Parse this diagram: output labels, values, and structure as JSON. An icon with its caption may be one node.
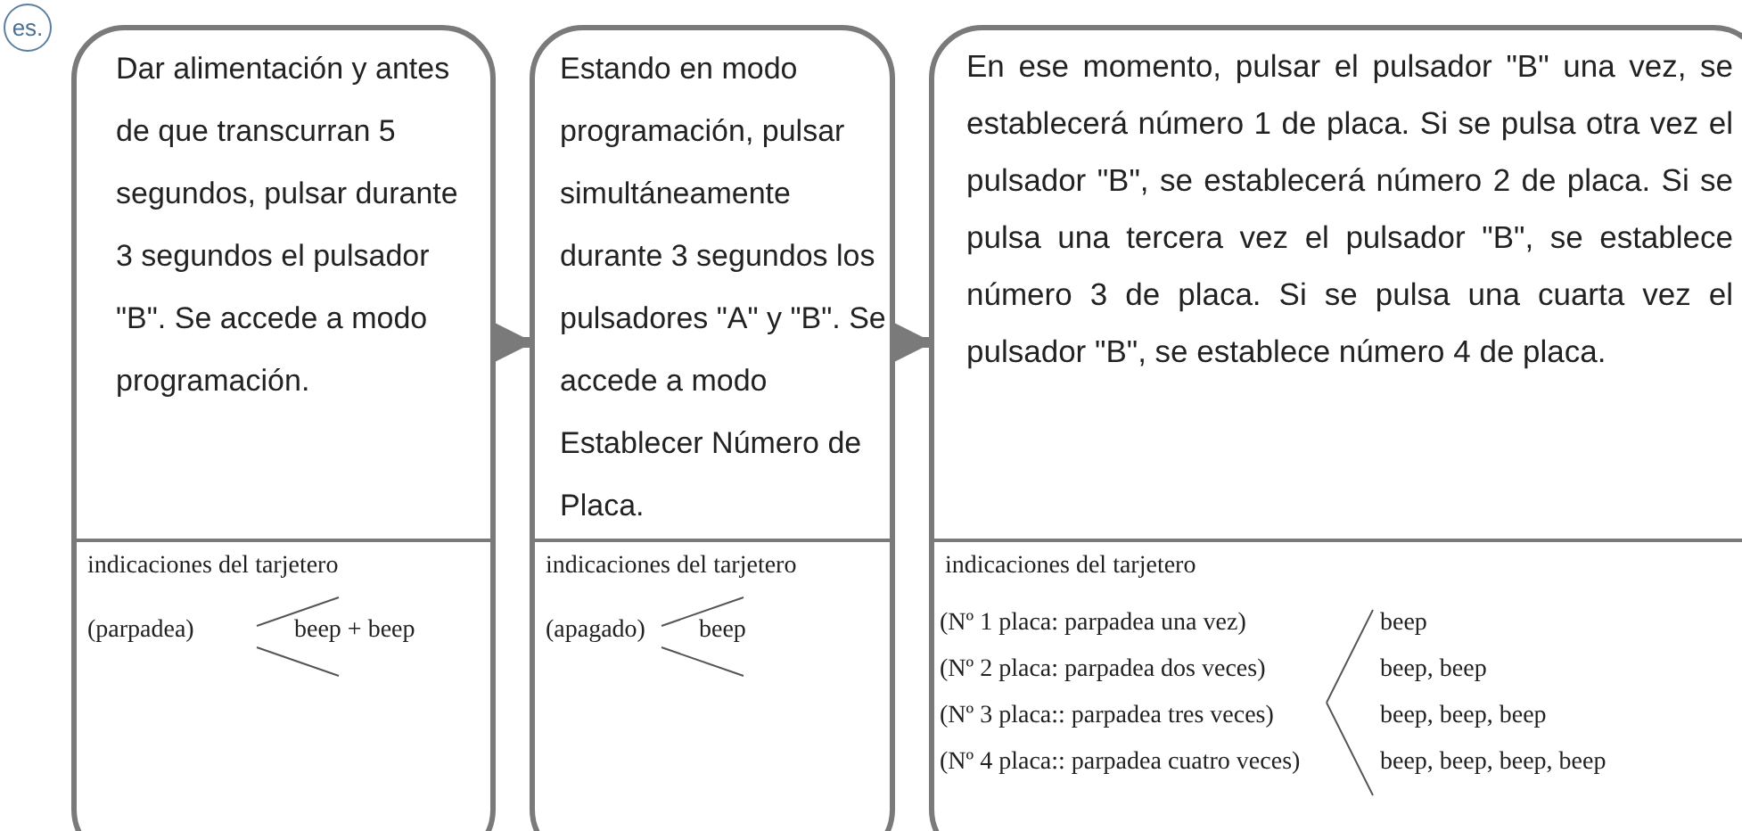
{
  "diagram": {
    "nodes": [
      {
        "text": [
          "es."
        ]
      },
      {
        "text": [
          "Dar alimentación y antes de que transcurran 5 segundos, pulsar durante 3 segundos el pulsador \"B\". Se accede a modo programación.",
          "indicaciones del tarjetero",
          "(parpadea)",
          "beep + beep"
        ]
      },
      {
        "text": [
          "Estando en modo programación, pulsar simultáneamente durante 3 segundos los pulsadores \"A\" y \"B\".  Se accede a modo Establecer Número de Placa.",
          "indicaciones del tarjetero",
          "(apagado)",
          "beep"
        ]
      },
      {
        "text": [
          "En ese momento, pulsar el pulsador \"B\" una vez, se establecerá número 1 de placa. Si se pulsa otra vez el pulsador \"B\", se establecerá número 2 de placa.  Si se pulsa una tercera vez el pulsador \"B\", se establece número 3 de placa. Si se pulsa una cuarta vez el pulsador \"B\", se establece número 4 de placa.",
          "indicaciones del tarjetero",
          "(Nº 1 placa: parpadea una vez)",
          "beep",
          "(Nº 2 placa: parpadea dos veces)",
          "beep, beep",
          "(Nº 3 placa:: parpadea tres veces)",
          "beep, beep, beep",
          "(Nº 4 placa:: parpadea cuatro veces)",
          "beep, beep, beep, beep"
        ]
      }
    ],
    "edges": [
      {
        "from": 1,
        "to": 2,
        "arrow": "to"
      },
      {
        "from": 2,
        "to": 3,
        "arrow": "to"
      }
    ]
  }
}
